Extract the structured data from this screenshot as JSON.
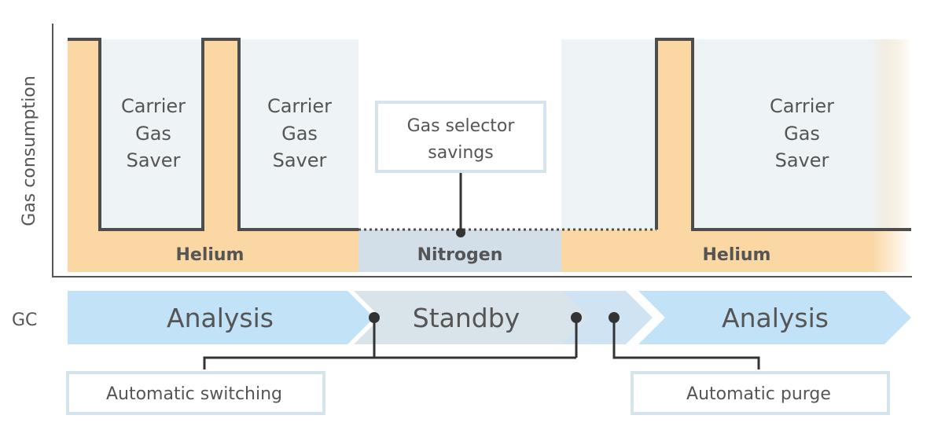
{
  "colors": {
    "helium_fill": "#fad7a3",
    "nitrogen_fill": "#d3dfe8",
    "saver_fill": "#eef3f6",
    "consumption_line": "#4d4d4d",
    "analysis_arrow": "#c1e2f7",
    "standby_arrow": "#d9e3ea",
    "callout_border": "#d5e3ec",
    "text": "#555555"
  },
  "chart": {
    "y_axis_label": "Gas consumption",
    "saver_line1": "Carrier",
    "saver_line2": "Gas",
    "saver_line3": "Saver",
    "helium_label": "Helium",
    "nitrogen_label": "Nitrogen",
    "callout_line1": "Gas selector",
    "callout_line2": "savings"
  },
  "gc": {
    "row_label": "GC",
    "phase_analysis_1": "Analysis",
    "phase_standby": "Standby",
    "phase_analysis_2": "Analysis"
  },
  "annotations": {
    "auto_switching": "Automatic switching",
    "auto_purge": "Automatic purge"
  }
}
